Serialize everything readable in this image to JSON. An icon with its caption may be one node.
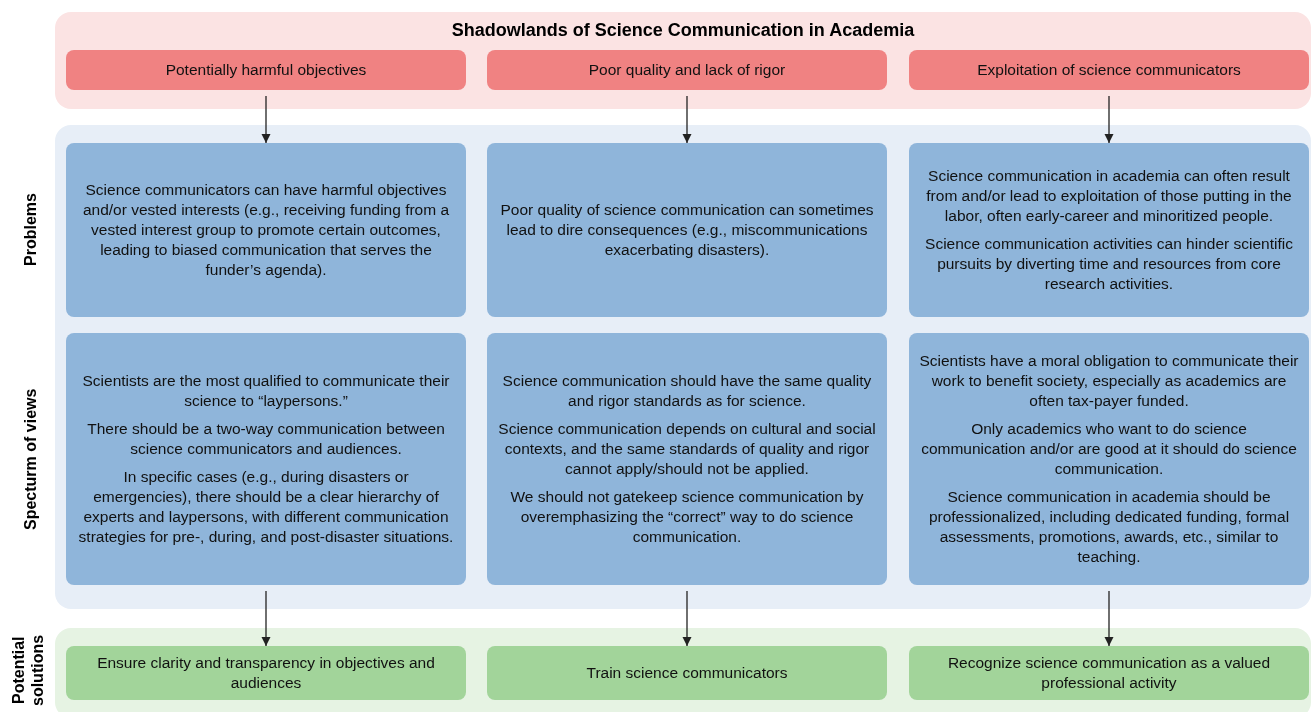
{
  "diagram": {
    "nodes": [
      {
        "text": [
          "Shadowlands of Science Communication in Academia"
        ]
      },
      {
        "text": [
          "Potentially harmful objectives"
        ],
        "in": 0
      },
      {
        "text": [
          "Poor quality and lack of rigor"
        ],
        "in": 0
      },
      {
        "text": [
          "Exploitation of science communicators"
        ],
        "in": 0
      },
      {
        "text": [],
        "shape": "box"
      },
      {
        "text": [
          "Science communicators can have harmful objectives and/or vested interests (e.g., receiving funding from a vested interest group to promote certain outcomes, leading to biased communication that serves the funder’s agenda)."
        ],
        "in": 4
      },
      {
        "text": [
          "Poor quality of science communication can sometimes lead to dire consequences (e.g., miscommunications exacerbating disasters)."
        ],
        "in": 4
      },
      {
        "text": [
          "Science communication in academia can often result from and/or lead to exploitation of those putting in the labor, often early-career and minoritized people.",
          "Science communication activities can hinder scientific pursuits by diverting time and resources from core research activities."
        ],
        "in": 4
      },
      {
        "text": [
          "Scientists are the most qualified to communicate their science to “laypersons.”",
          "There should be a two-way communication between science communicators and audiences.",
          "In specific cases (e.g., during disasters or emergencies), there should be a clear hierarchy of experts and laypersons, with different communication strategies for pre-, during, and post-disaster situations."
        ],
        "in": 4
      },
      {
        "text": [
          "Science communication should have the same quality and rigor standards as for science.",
          "Science communication depends on cultural and social contexts, and the same standards of quality and rigor cannot apply/should not be applied.",
          "We should not gatekeep science communication by overemphasizing the “correct” way to do science communication."
        ],
        "in": 4
      },
      {
        "text": [
          "Scientists have a moral obligation to communicate their work to benefit society, especially as academics are often tax-payer funded.",
          "Only academics who want to do science communication and/or are good at it should do science communication.",
          "Science communication in academia should be professionalized, including dedicated funding, formal assessments, promotions, awards, etc., similar to teaching."
        ],
        "in": 4
      },
      {
        "text": [],
        "shape": "box"
      },
      {
        "text": [
          "Ensure clarity and transparency in objectives and audiences"
        ],
        "in": 11
      },
      {
        "text": [
          "Train science communicators"
        ],
        "in": 11
      },
      {
        "text": [
          "Recognize science communication as a valued professional activity"
        ],
        "in": 11
      }
    ],
    "edges": [
      {
        "from": 1,
        "to": 5,
        "arrow": "to"
      },
      {
        "from": 2,
        "to": 6,
        "arrow": "to"
      },
      {
        "from": 3,
        "to": 7,
        "arrow": "to"
      },
      {
        "from": 8,
        "to": 12,
        "arrow": "to"
      },
      {
        "from": 9,
        "to": 13,
        "arrow": "to"
      },
      {
        "from": 10,
        "to": 14,
        "arrow": "to"
      }
    ],
    "labels": [
      "Problems",
      "Specturm of views",
      "Potential solutions"
    ]
  }
}
